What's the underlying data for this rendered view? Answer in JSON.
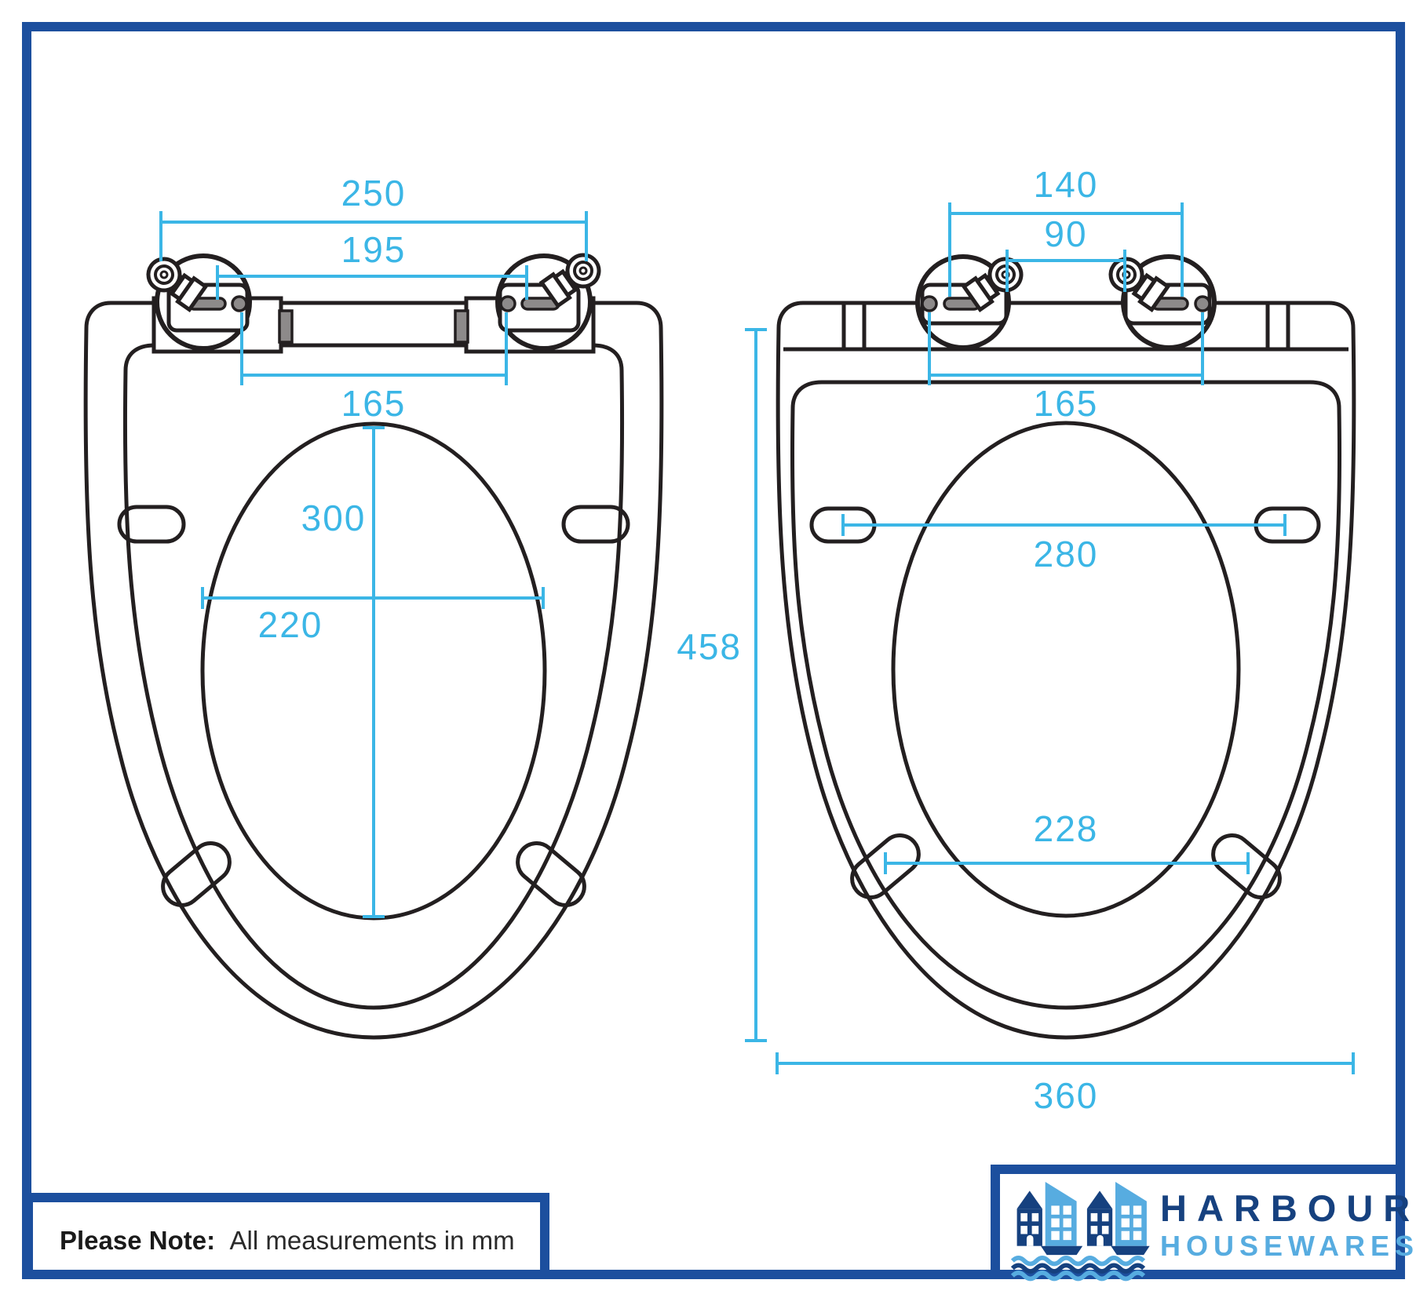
{
  "note": {
    "prefix": "Please Note:",
    "body": "All measurements in mm"
  },
  "logo": {
    "line1": "HARBOUR",
    "line2": "HOUSEWARES"
  },
  "colors": {
    "border_navy": "#1c4f9e",
    "dimension_cyan": "#3bb6e6",
    "drawing_black": "#231f20",
    "hardware_gray": "#8d8a8a",
    "logo_navy": "#16417f",
    "logo_light_blue": "#57ace0"
  },
  "left_diagram": {
    "dims": {
      "d250": "250",
      "d195": "195",
      "d165": "165",
      "d300": "300",
      "d220": "220"
    }
  },
  "right_diagram": {
    "dims": {
      "d140": "140",
      "d90": "90",
      "d165": "165",
      "d280": "280",
      "d228": "228",
      "d458": "458",
      "d360": "360"
    }
  }
}
